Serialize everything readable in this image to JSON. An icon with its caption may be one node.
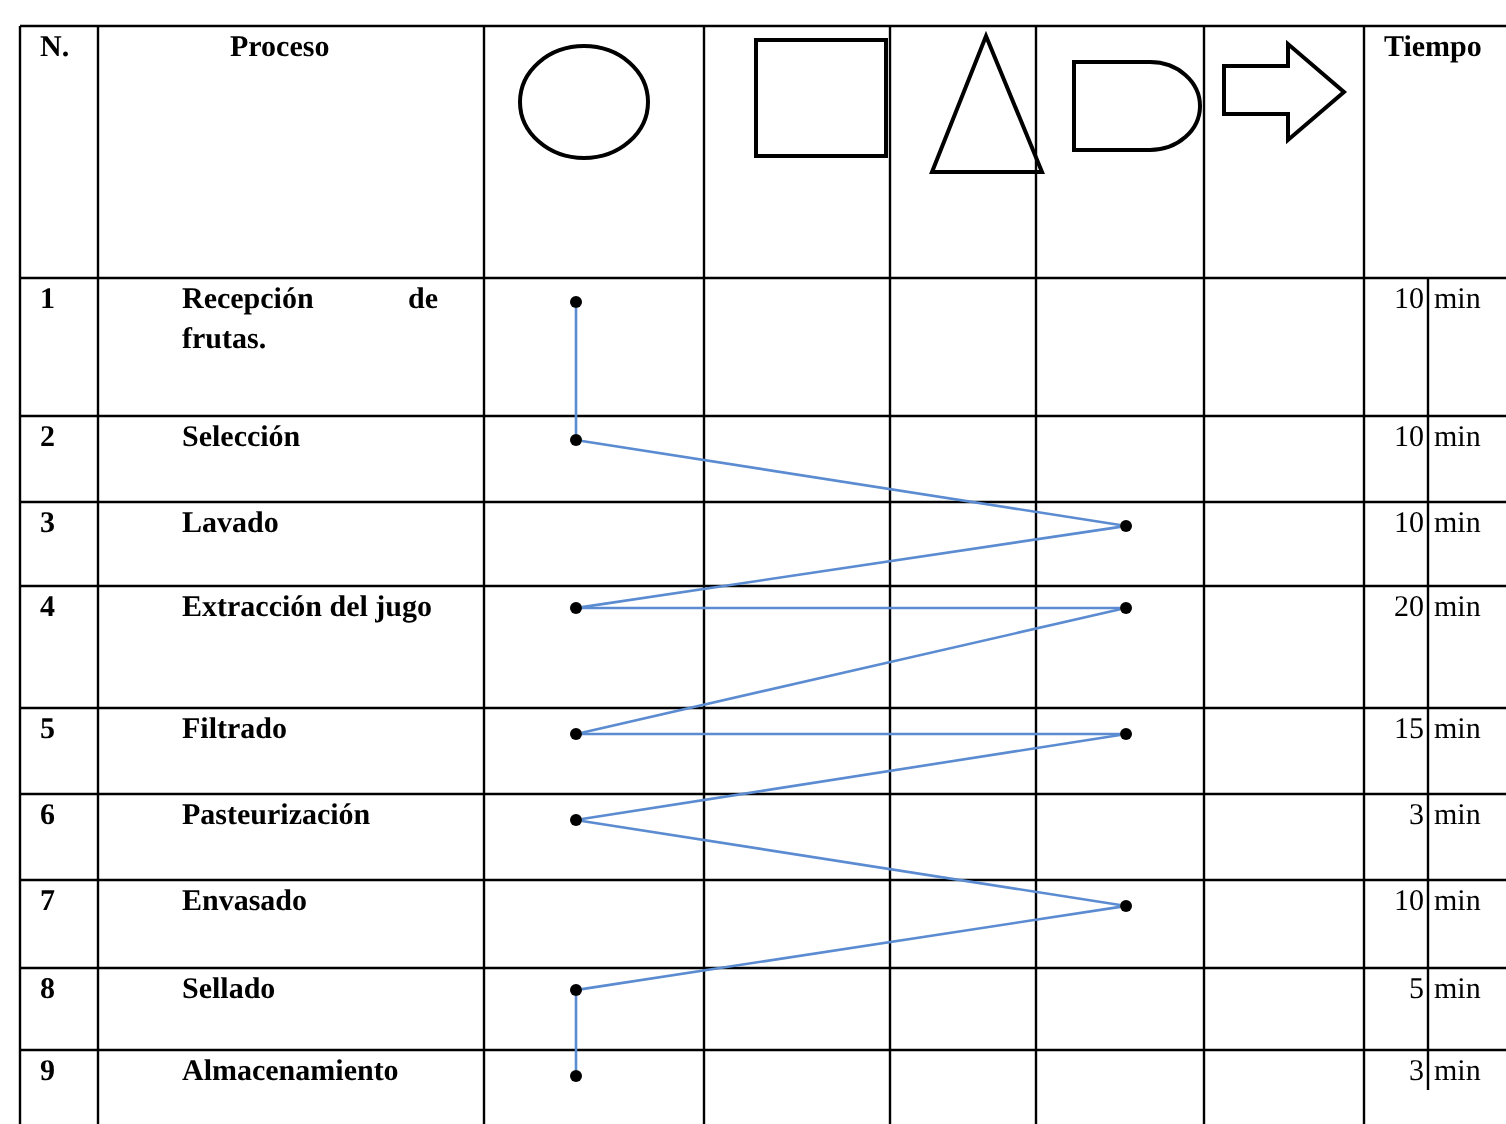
{
  "diagram": {
    "nodes": [
      {
        "text": [],
        "shape": "circle"
      },
      {
        "text": [],
        "shape": "circle"
      },
      {
        "text": [],
        "shape": "circle"
      },
      {
        "text": [],
        "shape": "circle"
      },
      {
        "text": [],
        "shape": "circle"
      },
      {
        "text": [],
        "shape": "circle"
      },
      {
        "text": [],
        "shape": "circle"
      },
      {
        "text": [],
        "shape": "circle"
      },
      {
        "text": [],
        "shape": "circle"
      },
      {
        "text": [],
        "shape": "circle"
      },
      {
        "text": [],
        "shape": "circle"
      }
    ],
    "edges": [
      {
        "from": 0,
        "to": 1,
        "arrow": "none"
      },
      {
        "from": 1,
        "to": 2,
        "arrow": "none"
      },
      {
        "from": 2,
        "to": 3,
        "arrow": "none"
      },
      {
        "from": 3,
        "to": 4,
        "arrow": "none"
      },
      {
        "from": 4,
        "to": 5,
        "arrow": "none"
      },
      {
        "from": 5,
        "to": 6,
        "arrow": "none"
      },
      {
        "from": 6,
        "to": 7,
        "arrow": "none"
      },
      {
        "from": 7,
        "to": 8,
        "arrow": "none"
      },
      {
        "from": 8,
        "to": 9,
        "arrow": "none"
      },
      {
        "from": 9,
        "to": 10,
        "arrow": "none"
      }
    ],
    "labels": [
      "N.",
      "Proceso",
      "Tiempo",
      "1",
      "Recepción de frutas.",
      "10",
      "min",
      "2",
      "Selección",
      "10",
      "min",
      "3",
      "Lavado",
      "10",
      "min",
      "4",
      "Extracción del jugo",
      "20",
      "min",
      "5",
      "Filtrado",
      "15",
      "min",
      "6",
      "Pasteurización",
      "3",
      "min",
      "7",
      "Envasado",
      "10",
      "min",
      "8",
      "Sellado",
      "5",
      "min",
      "9",
      "Almacenamiento",
      "3",
      "min"
    ]
  }
}
